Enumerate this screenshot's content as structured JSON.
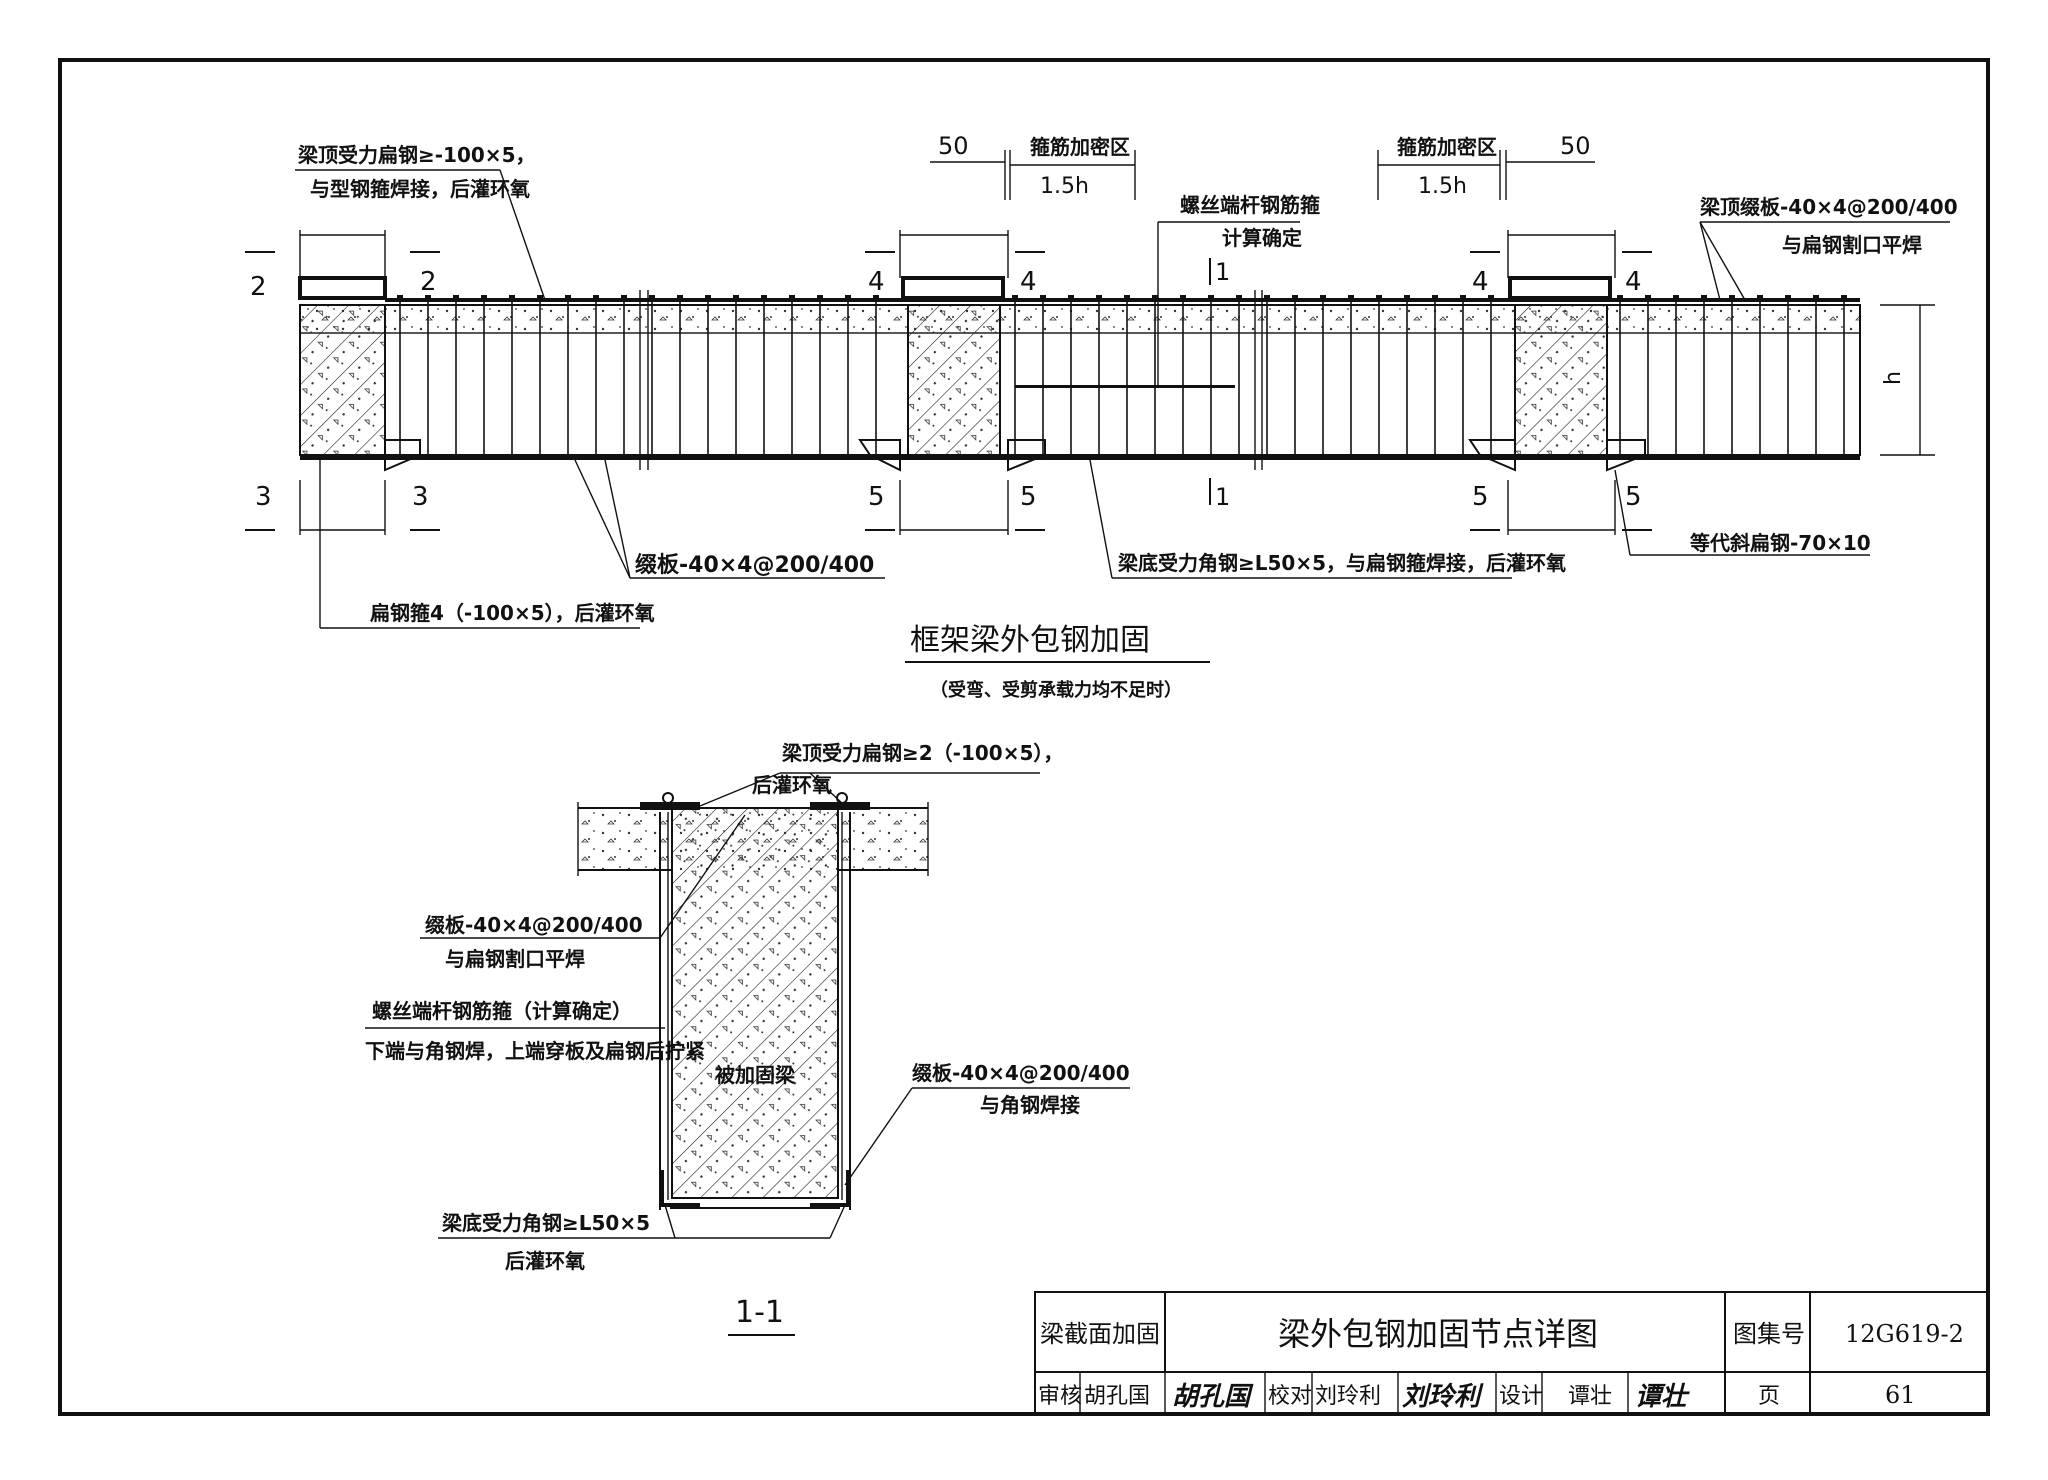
{
  "elevation": {
    "title": "框架梁外包钢加固",
    "subtitle": "（受弯、受剪承载力均不足时）",
    "section_marks": [
      "2",
      "2",
      "3",
      "3",
      "4",
      "4",
      "5",
      "5",
      "4",
      "4",
      "5",
      "5",
      "1",
      "1"
    ],
    "dims": {
      "left_50": "50",
      "left_zone": "箍筋加密区",
      "left_15h": "1.5h",
      "right_zone": "箍筋加密区",
      "right_15h": "1.5h",
      "right_50": "50",
      "h": "h"
    },
    "notes": {
      "top_flat_l1": "梁顶受力扁钢≥-100×5，",
      "top_flat_l2": "与型钢箍焊接，后灌环氧",
      "bolt_stirrup_l1": "螺丝端杆钢筋箍",
      "bolt_stirrup_l2": "计算确定",
      "top_batten_l1": "梁顶缀板-40×4@200/400",
      "top_batten_l2": "与扁钢割口平焊",
      "batten": "缀板-40×4@200/400",
      "bottom_angle": "梁底受力角钢≥L50×5，与扁钢箍焊接，后灌环氧",
      "flat_hoop": "扁钢箍4（-100×5），后灌环氧",
      "diag_flat": "等代斜扁钢-70×10"
    }
  },
  "section": {
    "label": "1-1",
    "notes": {
      "top_flat_l1": "梁顶受力扁钢≥2（-100×5），",
      "top_flat_l2": "后灌环氧",
      "batten_l1": "缀板-40×4@200/400",
      "batten_l2": "与扁钢割口平焊",
      "bolt_l1": "螺丝端杆钢筋箍（计算确定）",
      "bolt_l2": "下端与角钢焊，上端穿板及扁钢后拧紧",
      "beam": "被加固梁",
      "batten2_l1": "缀板-40×4@200/400",
      "batten2_l2": "与角钢焊接",
      "bottom_l1": "梁底受力角钢≥L50×5",
      "bottom_l2": "后灌环氧"
    }
  },
  "title_block": {
    "category": "梁截面加固",
    "title": "梁外包钢加固节点详图",
    "atlas_label": "图集号",
    "atlas_no": "12G619-2",
    "review_label": "审核",
    "review_name": "胡孔国",
    "check_label": "校对",
    "check_name": "刘玲利",
    "design_label": "设计",
    "design_name": "谭壮",
    "page_label": "页",
    "page_no": "61"
  }
}
